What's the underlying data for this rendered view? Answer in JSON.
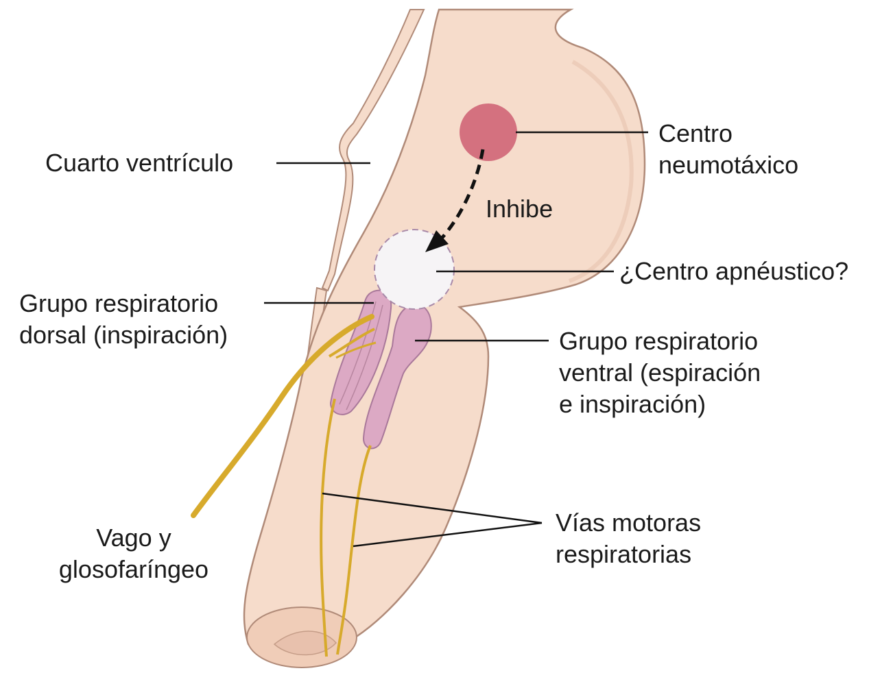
{
  "labels": {
    "cuarto_ventriculo": "Cuarto ventrículo",
    "centro_neumotaxico": [
      "Centro",
      "neumotáxico"
    ],
    "inhibe": "Inhibe",
    "centro_apneustico": "¿Centro apnéustico?",
    "grupo_dorsal": [
      "Grupo respiratorio",
      "dorsal (inspiración)"
    ],
    "grupo_ventral": [
      "Grupo respiratorio",
      "ventral (espiración",
      "e inspiración)"
    ],
    "vias_motoras": [
      "Vías motoras",
      "respiratorias"
    ],
    "vago": [
      "Vago y",
      "glosofaríngeo"
    ]
  },
  "colors": {
    "brainstem": "#f6dccb",
    "brainstem_outline": "#b08a78",
    "pneumotaxic": "#d4717f",
    "apneustic": "#f6f4f6",
    "respiratory_group": "#dca9c4",
    "nerve": "#d7aa2c"
  }
}
